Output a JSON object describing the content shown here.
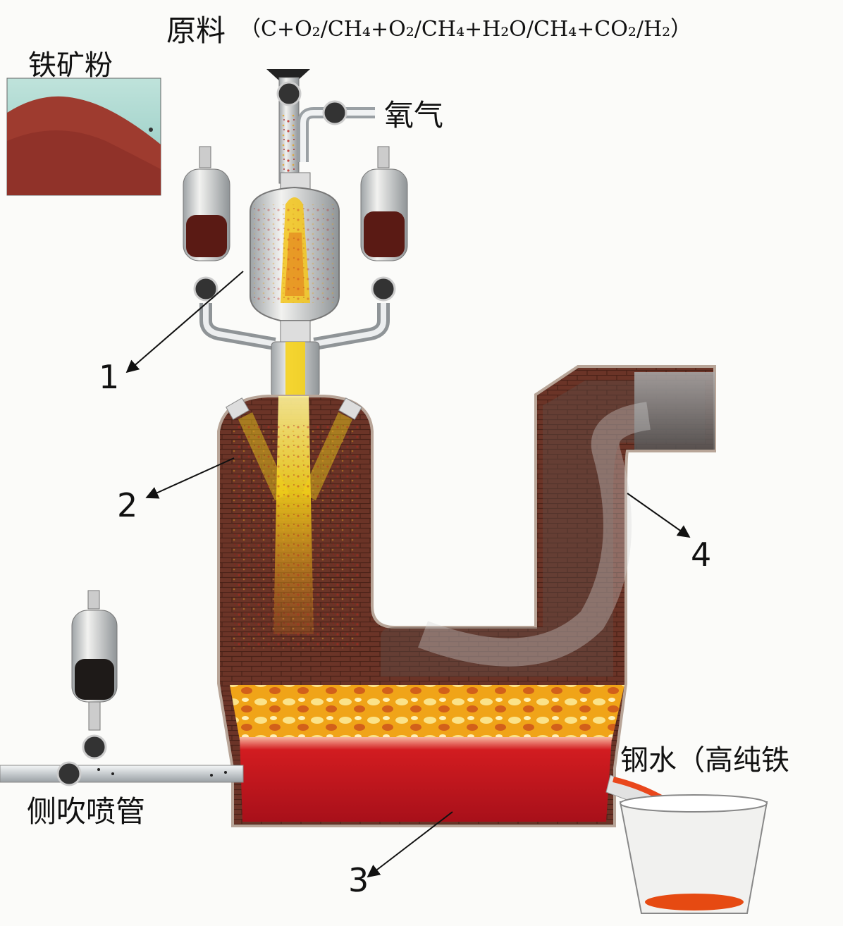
{
  "title": {
    "main": "原料",
    "formula": "（C+O₂/CH₄+O₂/CH₄+H₂O/CH₄+CO₂/H₂）"
  },
  "labels": {
    "ore": "铁矿粉",
    "oxygen": "氧气",
    "side_lance": "侧吹喷管",
    "molten_steel": "钢水（高纯铁"
  },
  "callouts": [
    "1",
    "2",
    "3",
    "4"
  ],
  "colors": {
    "brick": "#7a3b2a",
    "flame": "#f5d21b",
    "molten_hot": "#f2a020",
    "molten_red": "#b2141a",
    "steel_pipe": "#cfd3d6",
    "ore_photo": "#9e3b2f",
    "sky": "#a8d6cf"
  }
}
